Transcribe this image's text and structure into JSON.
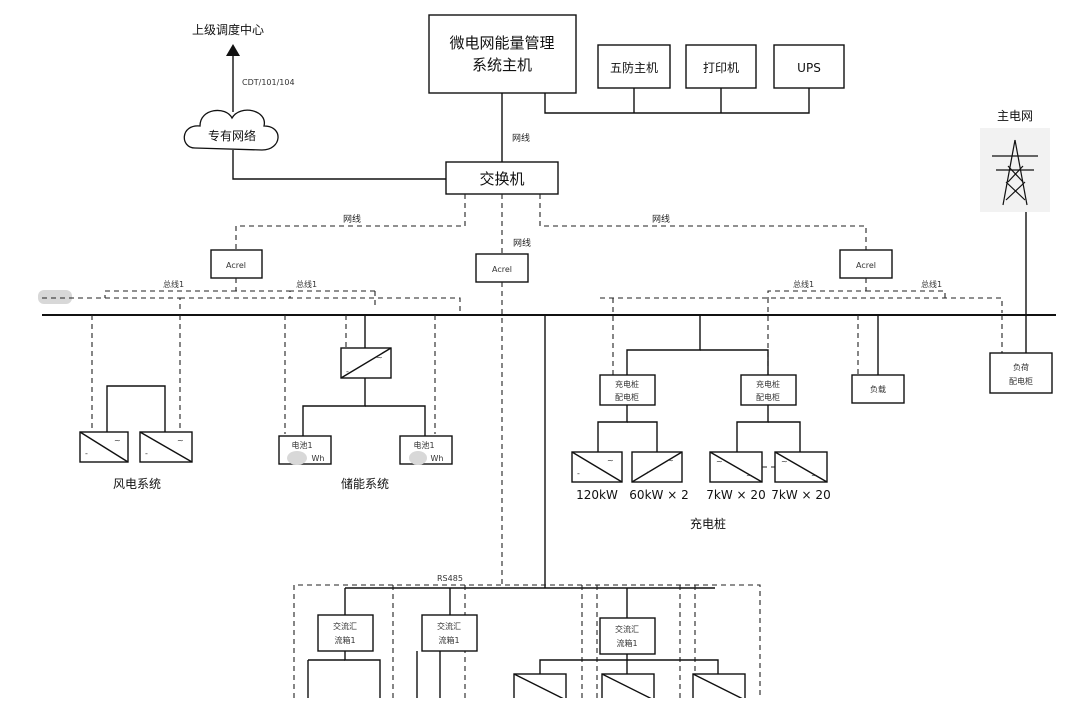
{
  "labels": {
    "upper_dispatch": "上级调度中心",
    "protocol": "CDT/101/104",
    "private_network": "专有网络",
    "ems_line1": "微电网能量管理",
    "ems_line2": "系统主机",
    "anti_misoperation": "五防主机",
    "printer": "打印机",
    "ups": "UPS",
    "network_cable": "网线",
    "switch": "交换机",
    "main_grid": "主电网",
    "acrel": "Acrel",
    "bus_485": "总线1",
    "wind_system": "风电系统",
    "storage_system": "储能系统",
    "battery_line1": "电池1",
    "battery_line2": "Wh",
    "charging_cabinet_line1": "充电桩",
    "charging_cabinet_line2": "配电柜",
    "charger_120": "120kW",
    "charger_60": "60kW × 2",
    "charger_7a": "7kW × 20",
    "charger_7b": "7kW × 20",
    "charging_pile": "充电桩",
    "loads": "负载",
    "load_cabinet_line1": "负荷",
    "load_cabinet_line2": "配电柜",
    "bus_rs485": "RS485",
    "ac_combiner_line1": "交流汇",
    "ac_combiner_line2": "流箱1"
  }
}
